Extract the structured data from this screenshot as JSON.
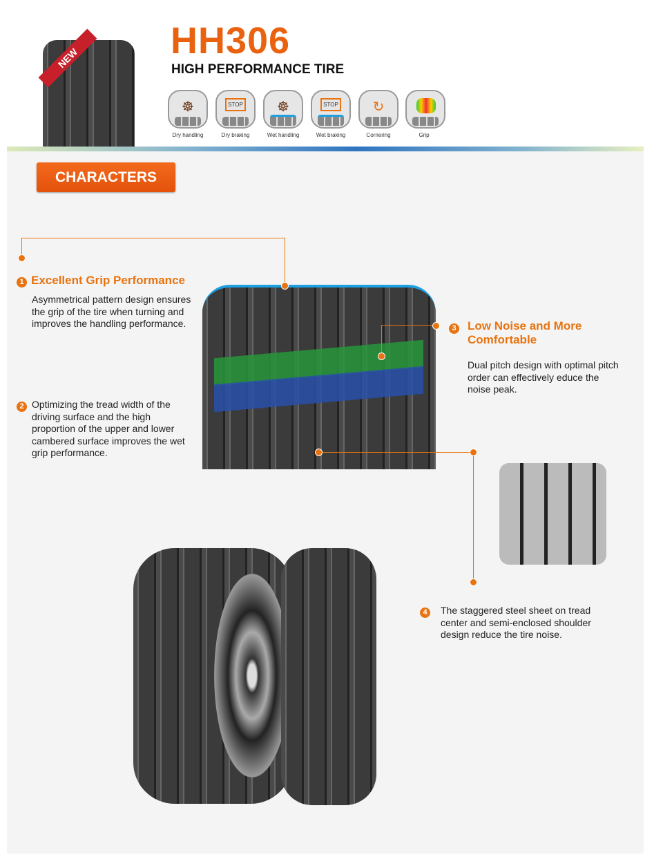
{
  "header": {
    "model": "HH306",
    "subtitle": "HIGH PERFORMANCE TIRE",
    "badge": "NEW"
  },
  "features": [
    {
      "label": "Dry handling",
      "icon": "steering-wheel-icon"
    },
    {
      "label": "Dry braking",
      "icon": "stop-sign-icon",
      "glyph": "STOP"
    },
    {
      "label": "Wet handling",
      "icon": "steering-wheel-water-icon"
    },
    {
      "label": "Wet braking",
      "icon": "stop-sign-water-icon",
      "glyph": "STOP"
    },
    {
      "label": "Cornering",
      "icon": "cornering-road-icon"
    },
    {
      "label": "Grip",
      "icon": "grip-footprint-icon"
    }
  ],
  "section_button": "CHARACTERS",
  "points": [
    {
      "num": "1",
      "title": "Excellent Grip Performance",
      "text": "Asymmetrical pattern design ensures the grip of the tire when turning and improves the handling performance."
    },
    {
      "num": "2",
      "text": "Optimizing the tread width of the driving surface and the high proportion of the upper and lower cambered surface improves the wet grip performance."
    },
    {
      "num": "3",
      "title": "Low Noise and More Comfortable",
      "text": "Dual pitch design with optimal pitch order can effectively educe the noise peak."
    },
    {
      "num": "4",
      "text": "The staggered steel sheet on tread center and semi-enclosed shoulder design reduce the tire noise."
    }
  ],
  "colors": {
    "accent": "#e8620f",
    "bar_blue": "#2e74c0"
  }
}
